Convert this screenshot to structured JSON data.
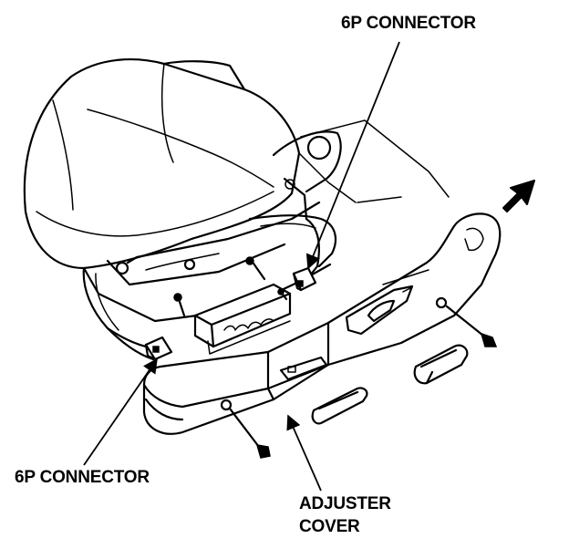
{
  "labels": {
    "top_connector": "6P CONNECTOR",
    "left_connector": "6P CONNECTOR",
    "adjuster_cover_line1": "ADJUSTER",
    "adjuster_cover_line2": "COVER"
  }
}
